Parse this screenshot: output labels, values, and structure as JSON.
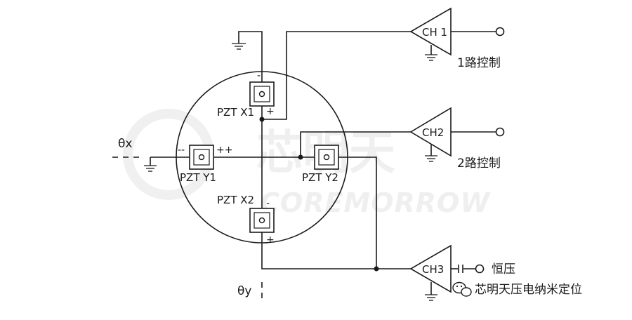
{
  "watermark": {
    "text_cn": "芯明天",
    "text_en": "COREMORROW"
  },
  "pzt": {
    "x1": "PZT  X1",
    "x2": "PZT  X2",
    "y1": "PZT  Y1",
    "y2": "PZT  Y2",
    "x1_pos": "+",
    "x1_neg": "-",
    "x2_pos": "+",
    "x2_neg": "-",
    "y1_neg": "--",
    "y1_pos": "++"
  },
  "amplifiers": {
    "ch1": "CH 1",
    "ch2": "CH2",
    "ch3": "CH3"
  },
  "outputs": {
    "ch1_label": "1路控制",
    "ch2_label": "2路控制",
    "ch3_label": "恒压"
  },
  "axes": {
    "theta_x": "θx",
    "theta_y": "θy"
  },
  "brand": {
    "name": "芯明天压电纳米定位"
  }
}
